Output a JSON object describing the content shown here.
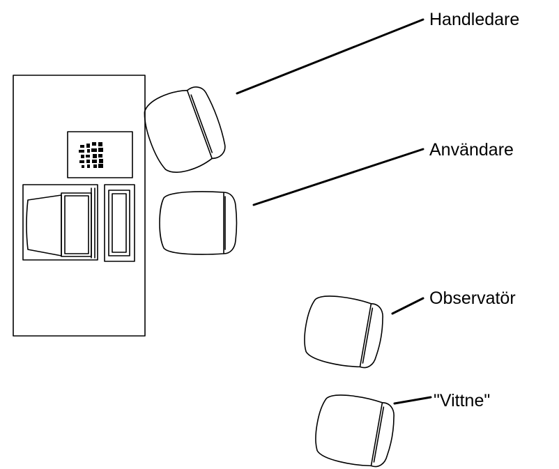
{
  "labels": {
    "instructor": "Handledare",
    "user": "Användare",
    "observer": "Observatör",
    "witness": "\"Vittne\""
  }
}
